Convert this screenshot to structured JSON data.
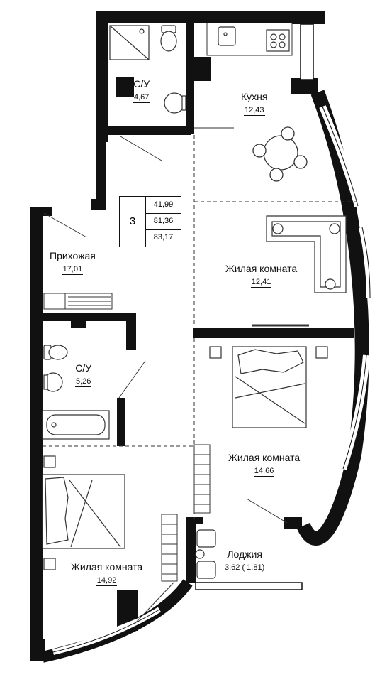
{
  "summary": {
    "room_count": "3",
    "values": [
      "41,99",
      "81,36",
      "83,17"
    ]
  },
  "rooms": [
    {
      "key": "bath1",
      "name": "С/У",
      "area": "4,67"
    },
    {
      "key": "kitchen",
      "name": "Кухня",
      "area": "12,43"
    },
    {
      "key": "hall",
      "name": "Прихожая",
      "area": "17,01"
    },
    {
      "key": "living1",
      "name": "Жилая комната",
      "area": "12,41"
    },
    {
      "key": "bath2",
      "name": "С/У",
      "area": "5,26"
    },
    {
      "key": "bedroom1",
      "name": "Жилая комната",
      "area": "14,66"
    },
    {
      "key": "loggia",
      "name": "Лоджия",
      "area": "3,62 ( 1,81)"
    },
    {
      "key": "bedroom2",
      "name": "Жилая комната",
      "area": "14,92"
    }
  ],
  "colors": {
    "wall": "#111111",
    "line": "#333333",
    "background": "#ffffff"
  },
  "icons": [
    "shower-icon",
    "toilet-icon",
    "sink-icon",
    "stove-icon",
    "dining-table-icon",
    "sofa-icon",
    "bed-icon",
    "bathtub-icon",
    "armchair-icon",
    "wardrobe-icon"
  ]
}
